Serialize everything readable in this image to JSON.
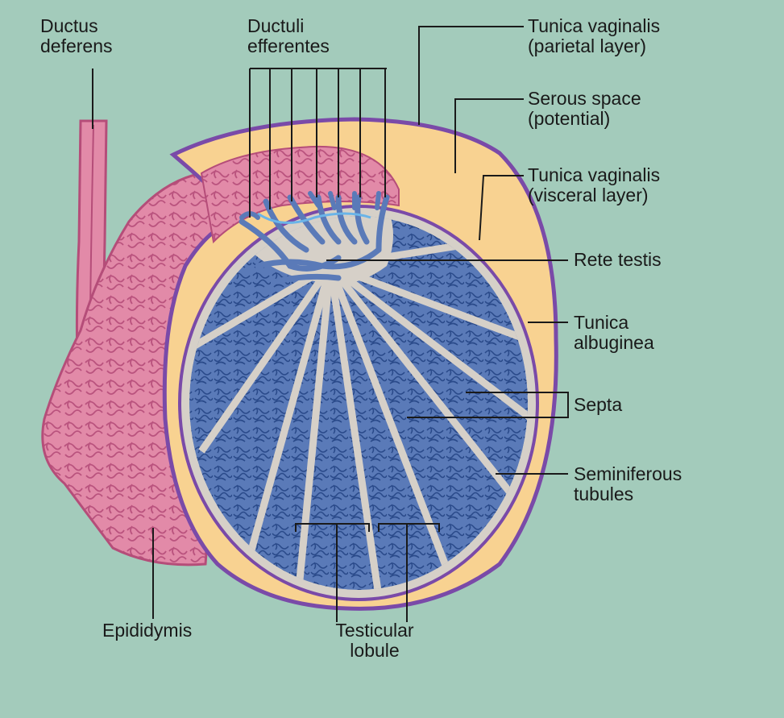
{
  "labels": {
    "ductus_deferens": [
      "Ductus",
      "deferens"
    ],
    "ductuli_efferentes": [
      "Ductuli",
      "efferentes"
    ],
    "tunica_vaginalis_parietal": [
      "Tunica vaginalis",
      "(parietal layer)"
    ],
    "serous_space": [
      "Serous space",
      "(potential)"
    ],
    "tunica_vaginalis_visceral": [
      "Tunica vaginalis",
      "(visceral layer)"
    ],
    "rete_testis": "Rete testis",
    "tunica_albuginea": [
      "Tunica",
      "albuginea"
    ],
    "septa": "Septa",
    "seminiferous_tubules": [
      "Seminiferous",
      "tubules"
    ],
    "epididymis": "Epididymis",
    "testicular_lobule": [
      "Testicular",
      "lobule"
    ]
  },
  "colors": {
    "background": "#a3cbbb",
    "epididymis": "#e28aa8",
    "epididymis_outline": "#b54d79",
    "tunica_vaginalis": "#7a4aa8",
    "serous_space": "#f8d291",
    "tunica_albuginea": "#d6d0c8",
    "lobules": "#5a7ab8",
    "tubule_lines": "#2a4a8a",
    "rete": "#6a8ac8",
    "leader_lines": "#1a1a1a"
  }
}
